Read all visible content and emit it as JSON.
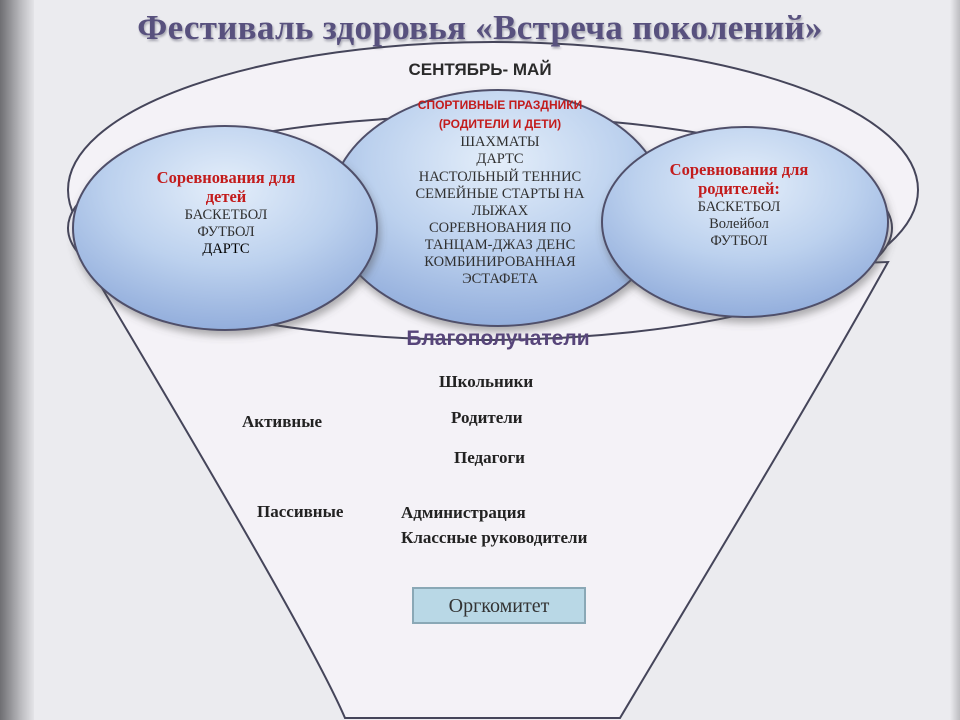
{
  "title": "Фестиваль здоровья «Встреча поколений»",
  "period": "СЕНТЯБРЬ- МАЙ",
  "left_bubble": {
    "heading_line1": "Соревнования для",
    "heading_line2": "детей",
    "items": [
      "БАСКЕТБОЛ",
      "ФУТБОЛ",
      "ДАРТС"
    ]
  },
  "center_bubble": {
    "heading_line1": "СПОРТИВНЫЕ ПРАЗДНИКИ",
    "heading_line2": "(РОДИТЕЛИ И ДЕТИ)",
    "items": [
      "ШАХМАТЫ",
      "ДАРТС",
      "НАСТОЛЬНЫЙ ТЕННИС",
      "СЕМЕЙНЫЕ СТАРТЫ НА",
      "ЛЫЖАХ",
      "СОРЕВНОВАНИЯ ПО",
      "ТАНЦАМ-ДЖАЗ ДЕНС",
      "КОМБИНИРОВАННАЯ",
      "ЭСТАФЕТА"
    ]
  },
  "right_bubble": {
    "heading_line1": "Соревнования для",
    "heading_line2": "родителей:",
    "items": [
      "БАСКЕТБОЛ",
      "Волейбол",
      "ФУТБОЛ"
    ]
  },
  "beneficiaries": {
    "heading": "Благополучатели",
    "active_label": "Активные",
    "passive_label": "Пассивные",
    "active_items": [
      "Школьники",
      "Родители",
      "Педагоги"
    ],
    "passive_items": [
      "Администрация",
      "Классные руководители"
    ]
  },
  "organizer": "Оргкомитет"
}
